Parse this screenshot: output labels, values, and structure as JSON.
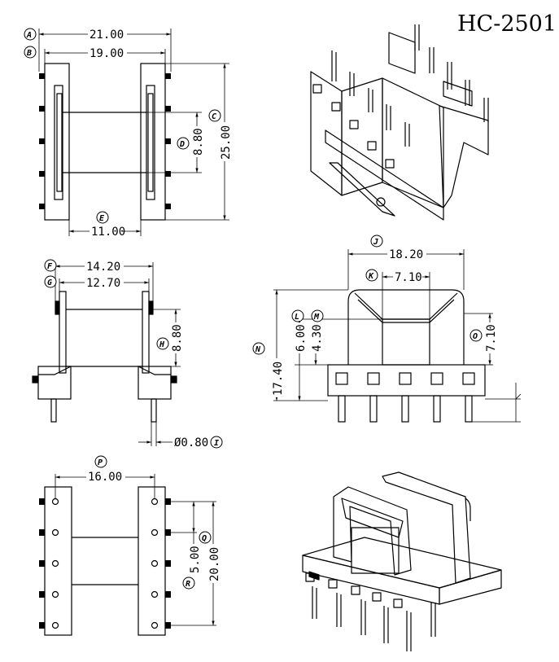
{
  "title": "HC-2501",
  "top_view": {
    "A": {
      "label": "A",
      "value": "21.00"
    },
    "B": {
      "label": "B",
      "value": "19.00"
    },
    "C": {
      "label": "C",
      "value": "25.00"
    },
    "D": {
      "label": "D",
      "value": "8.80"
    },
    "E": {
      "label": "E",
      "value": "11.00"
    }
  },
  "side_view": {
    "F": {
      "label": "F",
      "value": "14.20"
    },
    "G": {
      "label": "G",
      "value": "12.70"
    },
    "H": {
      "label": "H",
      "value": "8.80"
    },
    "I": {
      "label": "I",
      "value": "Ø0.80"
    }
  },
  "front_view": {
    "J": {
      "label": "J",
      "value": "18.20"
    },
    "K": {
      "label": "K",
      "value": "7.10"
    },
    "L": {
      "label": "L",
      "value": "6.00"
    },
    "M": {
      "label": "M",
      "value": "4.30"
    },
    "N": {
      "label": "N",
      "value": "17.40"
    },
    "O": {
      "label": "O",
      "value": "7.10"
    }
  },
  "bottom_view": {
    "P": {
      "label": "P",
      "value": "16.00"
    },
    "Q": {
      "label": "Q",
      "value": "20.00"
    },
    "R": {
      "label": "R",
      "value": "5.00"
    }
  }
}
